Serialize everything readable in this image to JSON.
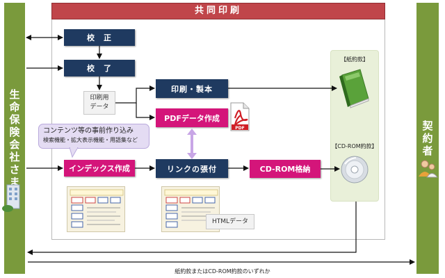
{
  "left_party": "生命保険会社さま",
  "right_party": "契約者",
  "title": "共同印刷",
  "steps": {
    "kosei": "校　正",
    "ryo": "校　了",
    "insatsu_data": [
      "印刷用",
      "データ"
    ],
    "seihon": "印刷・製本",
    "pdf": "PDFデータ作成",
    "index": "インデックス作成",
    "link": "リンクの張付",
    "cdrom": "CD-ROM格納"
  },
  "callout": {
    "line1": "コンテンツ等の事前作り込み",
    "line2": "検索機能・拡大表示機能・用語集など"
  },
  "labels": {
    "paper": "【紙約款】",
    "cdrom": "【CD-ROM約款】",
    "html": "HTMLデータ"
  },
  "footer": "紙約款またはCD-ROM約款のいずれか",
  "colors": {
    "navy": "#1f3a60",
    "pink": "#d4157a",
    "red": "#c0454a",
    "green": "#7a9a3c"
  }
}
